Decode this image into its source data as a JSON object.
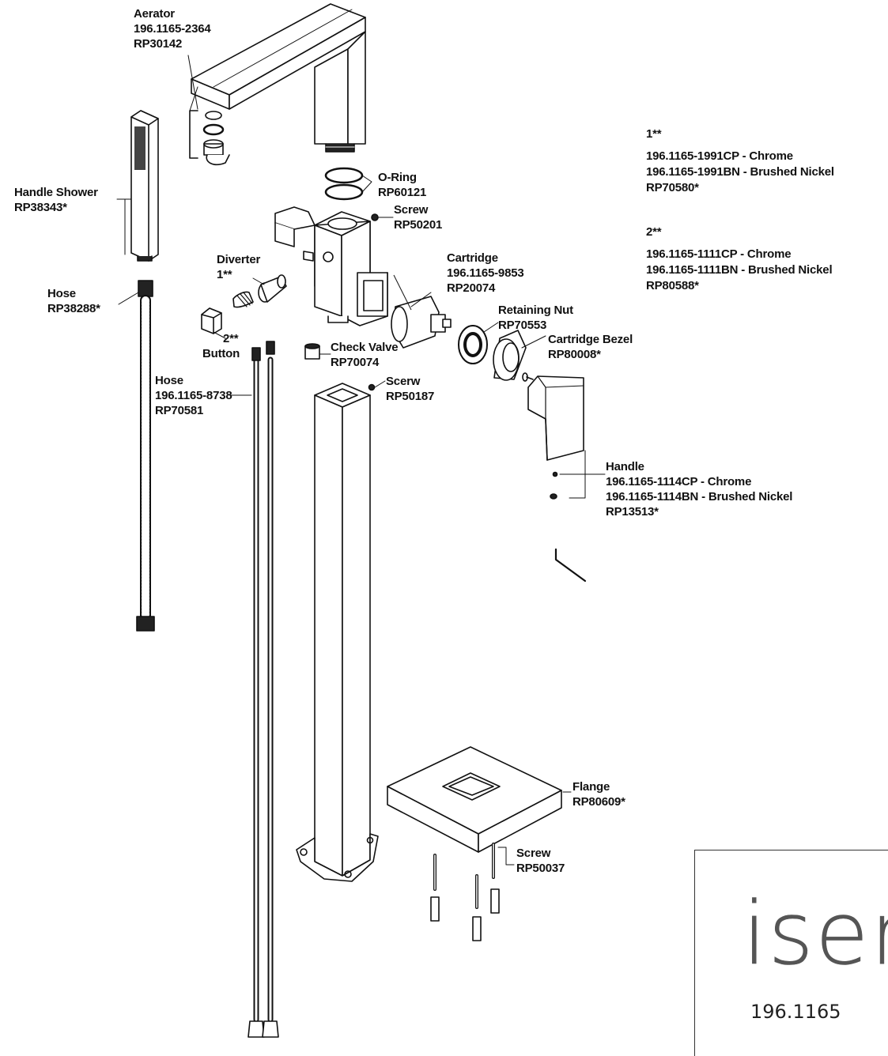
{
  "labels": {
    "aerator": [
      "Aerator",
      "196.1165-2364",
      "RP30142"
    ],
    "handle_shower": [
      "Handle Shower",
      "RP38343*"
    ],
    "hose_short": [
      "Hose",
      "RP38288*"
    ],
    "o_ring": [
      "O-Ring",
      "RP60121"
    ],
    "screw_top": [
      "Screw",
      "RP50201"
    ],
    "diverter": [
      "Diverter",
      "1**"
    ],
    "cartridge": [
      "Cartridge",
      "196.1165-9853",
      "RP20074"
    ],
    "retaining_nut": [
      "Retaining Nut",
      "RP70553"
    ],
    "cartridge_bezel": [
      "Cartridge Bezel",
      "RP80008*"
    ],
    "button": [
      "2**",
      "Button"
    ],
    "check_valve": [
      "Check Valve",
      "RP70074"
    ],
    "screw_mid": [
      "Scerw",
      "RP50187"
    ],
    "hose_long": [
      "Hose",
      "196.1165-8738",
      "RP70581"
    ],
    "handle": [
      "Handle",
      "196.1165-1114CP - Chrome",
      "196.1165-1114BN - Brushed Nickel",
      "RP13513*"
    ],
    "flange": [
      "Flange",
      "RP80609*"
    ],
    "screw_bottom": [
      "Screw",
      "RP50037"
    ]
  },
  "notes": {
    "note1": [
      "1**",
      "196.1165-1991CP - Chrome",
      "196.1165-1991BN - Brushed Nickel",
      "RP70580*"
    ],
    "note2": [
      "2**",
      "196.1165-1111CP - Chrome",
      "196.1165-1111BN - Brushed Nickel",
      "RP80588*"
    ]
  },
  "brand": {
    "logo_text": "iser",
    "model_number": "196.1165"
  }
}
